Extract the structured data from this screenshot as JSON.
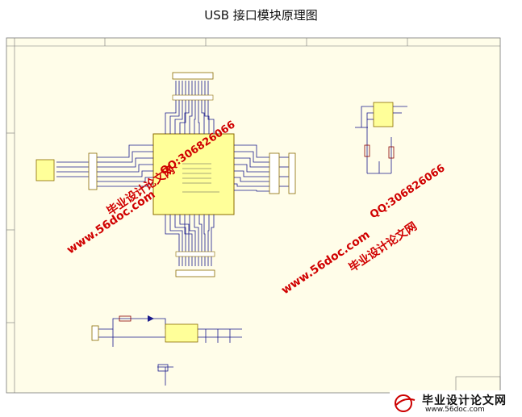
{
  "title": "USB 接口模块原理图",
  "watermark_url": "www.56doc.com",
  "watermark_cn": "毕业设计论文网",
  "watermark_qq": "QQ:306826066",
  "logo": {
    "cn": "毕业设计论文网",
    "url": "www.56doc.com"
  },
  "colors": {
    "paper": "#fffde9",
    "wire": "#1a1a8c",
    "chip": "#ffff99",
    "border": "#555555",
    "accent": "#d00000"
  }
}
